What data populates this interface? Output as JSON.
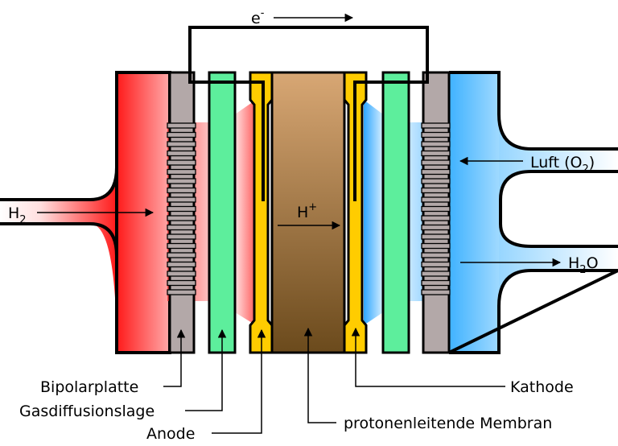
{
  "electron": {
    "symbol": "e",
    "charge": "-"
  },
  "proton": {
    "symbol": "H",
    "charge": "+"
  },
  "inputs": {
    "hydrogen": {
      "element": "H",
      "index": "2"
    },
    "air": {
      "prefix": "Luft (O",
      "index": "2",
      "suffix": ")"
    }
  },
  "output": {
    "prefix": "H",
    "index": "2",
    "suffix": "O"
  },
  "labels": {
    "bipolar_plate": "Bipolarplatte",
    "gas_diffusion_layer": "Gasdiffusionslage",
    "anode": "Anode",
    "membrane": "protonenleitende Membran",
    "cathode": "Kathode"
  },
  "colors": {
    "hydrogen": "#ff1a1a",
    "air": "#3fb2ff",
    "bipolar_plate": "#b3a8a8",
    "gas_diffusion_layer": "#5dee9c",
    "electrode": "#ffcc00",
    "membrane_top": "#d8a774",
    "membrane_bottom": "#6b4a1c"
  }
}
